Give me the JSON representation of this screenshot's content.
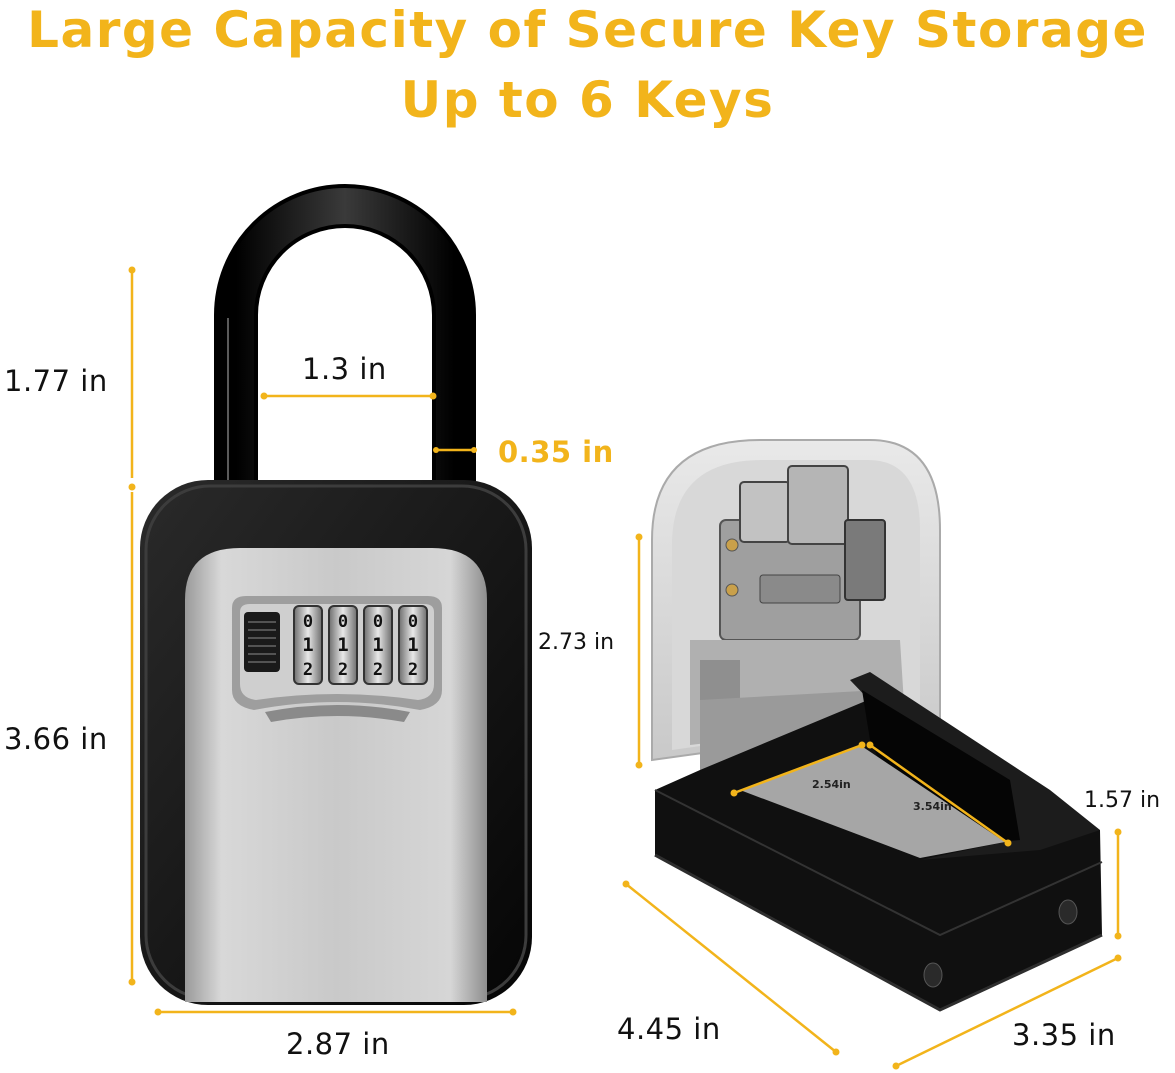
{
  "header": {
    "line1": "Large Capacity of Secure Key Storage",
    "line2": "Up to 6 Keys"
  },
  "colors": {
    "accent": "#F2B41B",
    "lock_black": "#141414",
    "lock_gray": "#B8B8B8",
    "text": "#111111"
  },
  "icons": {
    "closed_lock": "padlock-key-box-closed",
    "open_lock": "key-box-open"
  },
  "dial": {
    "digits_top": [
      "0",
      "0",
      "0",
      "0"
    ],
    "digits_mid": [
      "1",
      "1",
      "1",
      "1"
    ],
    "digits_bot": [
      "2",
      "2",
      "2",
      "2"
    ]
  },
  "dimensions": {
    "shackle_height": "1.77 in",
    "shackle_width": "1.3 in",
    "shackle_thickness": "0.35 in",
    "body_height": "3.66 in",
    "body_width": "2.87 in",
    "lid_height": "2.73 in",
    "inner_width": "2.54in",
    "inner_length": "3.54in",
    "box_depth": "1.57 in",
    "box_length": "4.45 in",
    "box_width": "3.35 in"
  }
}
